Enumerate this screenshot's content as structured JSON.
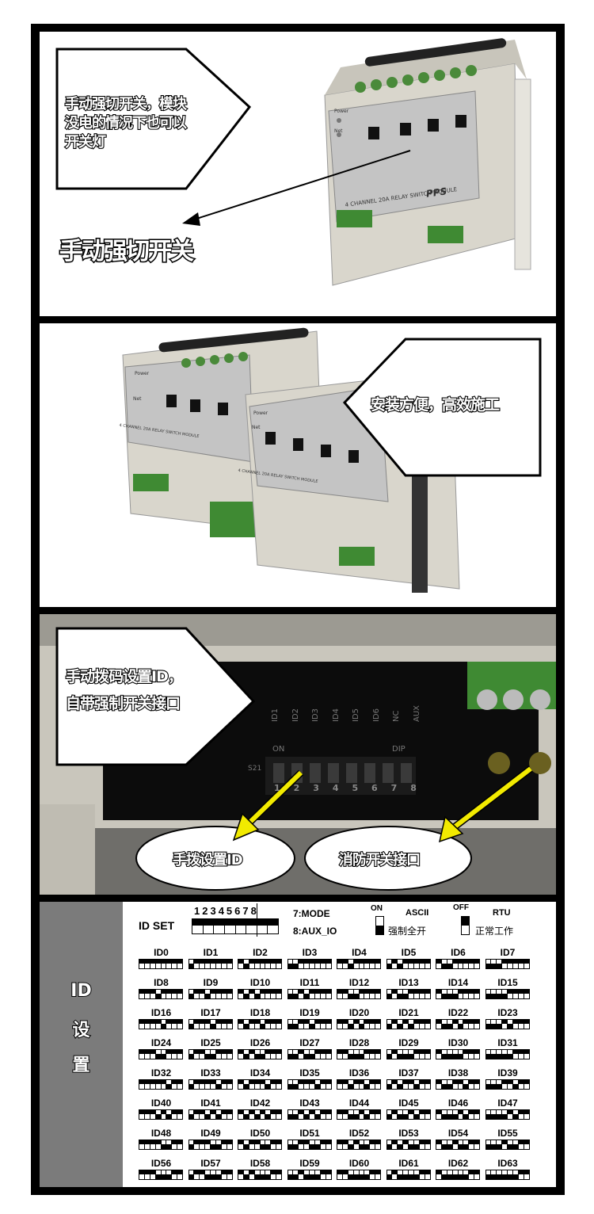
{
  "panel1": {
    "callout_lines": [
      "手动强切开关，模块",
      "没电的情况下也可以",
      "开关灯"
    ],
    "label": "手动强切开关",
    "device_text": "4 CHANNEL 20A RELAY SWITCH MODULE",
    "brand": "PPS",
    "led_labels": [
      "Power",
      "Net"
    ]
  },
  "panel2": {
    "callout": "安装方便，高效施工",
    "device_text": "4 CHANNEL 20A RELAY SWITCH MODULE",
    "led_labels": [
      "Power",
      "Net"
    ]
  },
  "panel3": {
    "callout_lines": [
      "手动拨码设置ID，",
      "自带强制开关接口"
    ],
    "dip_labels": [
      "ID1",
      "ID2",
      "ID3",
      "ID4",
      "ID5",
      "ID6",
      "NC",
      "AUX"
    ],
    "dip_numbers": [
      "1",
      "2",
      "3",
      "4",
      "5",
      "6",
      "7",
      "8"
    ],
    "on_label": "ON",
    "dip_label": "DIP",
    "s_label": "S21",
    "bubble_left": "手拨设置ID",
    "bubble_right": "消防开关接口"
  },
  "panel4": {
    "side_chars": [
      "ID",
      "设",
      "置"
    ],
    "idset_label": "ID SET",
    "bits_label": "12345678",
    "mode7": "7:MODE",
    "mode8": "8:AUX_IO",
    "on_label": "ON",
    "ascii_label": "ASCII",
    "off_label": "OFF",
    "rtu_label": "RTU",
    "on_desc": "强制全开",
    "off_desc": "正常工作",
    "ids": [
      "ID0",
      "ID1",
      "ID2",
      "ID3",
      "ID4",
      "ID5",
      "ID6",
      "ID7",
      "ID8",
      "ID9",
      "ID10",
      "ID11",
      "ID12",
      "ID13",
      "ID14",
      "ID15",
      "ID16",
      "ID17",
      "ID18",
      "ID19",
      "ID20",
      "ID21",
      "ID22",
      "ID23",
      "ID24",
      "ID25",
      "ID26",
      "ID27",
      "ID28",
      "ID29",
      "ID30",
      "ID31",
      "ID32",
      "ID33",
      "ID34",
      "ID35",
      "ID36",
      "ID37",
      "ID38",
      "ID39",
      "ID40",
      "ID41",
      "ID42",
      "ID43",
      "ID44",
      "ID45",
      "ID46",
      "ID47",
      "ID48",
      "ID49",
      "ID50",
      "ID51",
      "ID52",
      "ID53",
      "ID54",
      "ID55",
      "ID56",
      "ID57",
      "ID58",
      "ID59",
      "ID60",
      "ID61",
      "ID62",
      "ID63"
    ]
  }
}
